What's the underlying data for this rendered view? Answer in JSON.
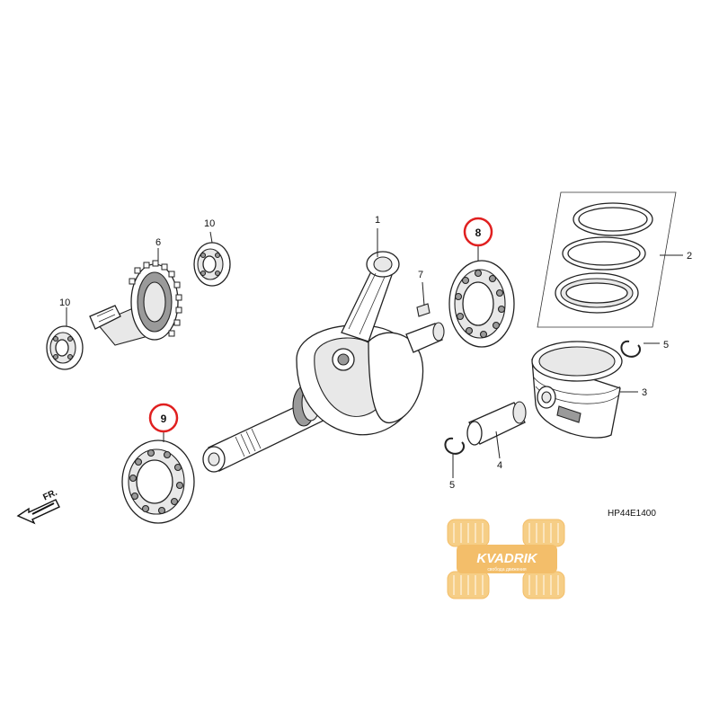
{
  "diagram_code": "HP44E1400",
  "direction_label": "FR.",
  "watermark": {
    "brand": "KVADRIK",
    "tagline": "свобода движения",
    "color": "#f2b85a"
  },
  "highlight_color": "#e02020",
  "callouts": [
    {
      "id": "1",
      "label": "1",
      "part": "connecting-rod-crankshaft",
      "highlighted": false
    },
    {
      "id": "2",
      "label": "2",
      "part": "piston-ring-set",
      "highlighted": false
    },
    {
      "id": "3",
      "label": "3",
      "part": "piston",
      "highlighted": false
    },
    {
      "id": "4",
      "label": "4",
      "part": "piston-pin",
      "highlighted": false
    },
    {
      "id": "5a",
      "label": "5",
      "part": "piston-pin-clip",
      "highlighted": false
    },
    {
      "id": "5b",
      "label": "5",
      "part": "piston-pin-clip",
      "highlighted": false
    },
    {
      "id": "6",
      "label": "6",
      "part": "balancer-shaft",
      "highlighted": false
    },
    {
      "id": "7",
      "label": "7",
      "part": "woodruff-key",
      "highlighted": false
    },
    {
      "id": "8",
      "label": "8",
      "part": "right-crank-bearing",
      "highlighted": true
    },
    {
      "id": "9",
      "label": "9",
      "part": "left-crank-bearing",
      "highlighted": true
    },
    {
      "id": "10a",
      "label": "10",
      "part": "balancer-bearing",
      "highlighted": false
    },
    {
      "id": "10b",
      "label": "10",
      "part": "balancer-bearing",
      "highlighted": false
    }
  ]
}
